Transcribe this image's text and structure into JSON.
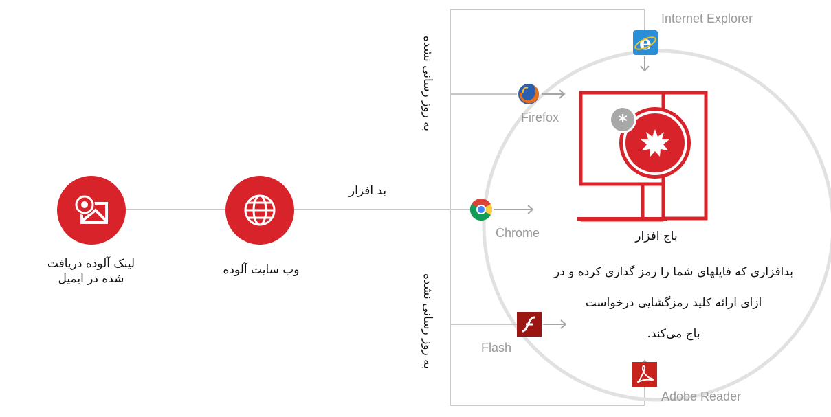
{
  "nodes": {
    "email": {
      "label_line1": "لینک آلوده دریافت",
      "label_line2": "شده در ایمیل"
    },
    "website": {
      "label": "وب سایت آلوده"
    }
  },
  "edge_label": "بد افزار",
  "side_labels": {
    "top": "به روز رسانی نشده",
    "bottom": "به روز رسانی نشده"
  },
  "apps": {
    "internet_explorer": "Internet Explorer",
    "firefox": "Firefox",
    "chrome": "Chrome",
    "flash": "Flash",
    "adobe_reader": "Adobe Reader"
  },
  "ransomware": {
    "title": "باج افزار",
    "desc_line1": "بدافزاری که فایلهای شما را رمز گذاری کرده و در",
    "desc_line2": "ازای ارائه کلید رمزگشایی درخواست",
    "desc_line3": "باج می‌کند."
  },
  "colors": {
    "accent": "#d8232a",
    "line": "#c8c8c8",
    "muted_text": "#9a9a9a"
  }
}
